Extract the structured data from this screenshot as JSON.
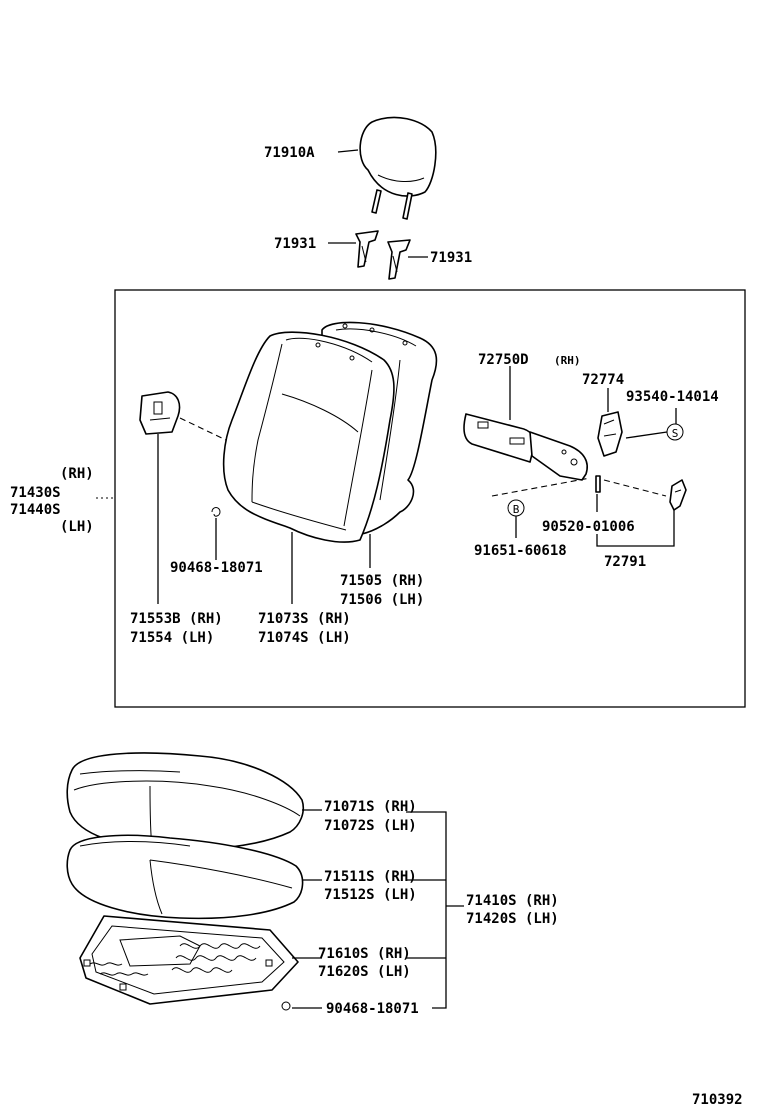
{
  "labels": {
    "headrest": "71910A",
    "guide_left": "71931",
    "guide_right": "71931",
    "back_assy_rh_tag": "(RH)",
    "back_assy_rh": "71430S",
    "back_assy_lh": "71440S",
    "back_assy_lh_tag": "(LH)",
    "hinge": "72750D",
    "hinge_tag": "(RH)",
    "cover_part": "72774",
    "screw": "93540-14014",
    "bolt": "90520-01006",
    "rivet": "91651-60618",
    "knob": "72791",
    "clip_back": "90468-18071",
    "pad_back_rh": "71505 (RH)",
    "pad_back_lh": "71506 (LH)",
    "cover_back_rh": "71073S (RH)",
    "cover_back_lh": "71074S (LH)",
    "recliner_cover_rh": "71553B (RH)",
    "recliner_cover_lh": "71554  (LH)",
    "cushion_cover_rh": "71071S (RH)",
    "cushion_cover_lh": "71072S (LH)",
    "cushion_pad_rh": "71511S (RH)",
    "cushion_pad_lh": "71512S (LH)",
    "cushion_assy_rh": "71410S (RH)",
    "cushion_assy_lh": "71420S (LH)",
    "spring_rh": "71610S (RH)",
    "spring_lh": "71620S (LH)",
    "clip_cushion": "90468-18071",
    "diagram_number": "710392"
  },
  "markers": {
    "screw_symbol": "S",
    "rivet_symbol": "B"
  }
}
